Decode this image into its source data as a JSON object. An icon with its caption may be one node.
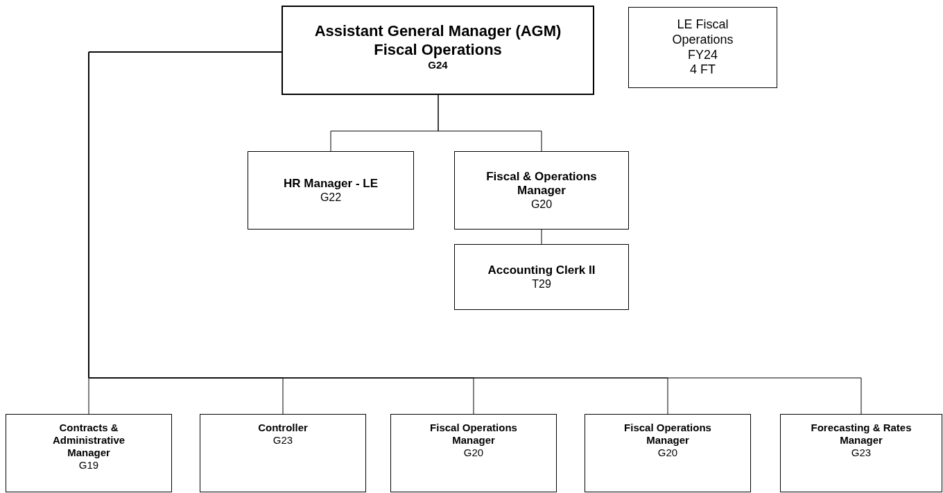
{
  "diagram": {
    "nodes": [
      {
        "text": [
          "Assistant General Manager (AGM) Fiscal Operations",
          "G24"
        ]
      },
      {
        "text": [
          "LE Fiscal Operations",
          "FY24",
          "4 FT"
        ]
      },
      {
        "text": [
          "HR Manager - LE",
          "G22"
        ]
      },
      {
        "text": [
          "Fiscal & Operations Manager",
          "G20"
        ]
      },
      {
        "text": [
          "Accounting Clerk II",
          "T29"
        ]
      },
      {
        "text": [
          "Contracts & Administrative Manager",
          "G19"
        ]
      },
      {
        "text": [
          "Controller",
          "G23"
        ]
      },
      {
        "text": [
          "Fiscal Operations Manager",
          "G20"
        ]
      },
      {
        "text": [
          "Fiscal Operations Manager",
          "G20"
        ]
      },
      {
        "text": [
          "Forecasting & Rates Manager",
          "G23"
        ]
      }
    ],
    "edges": [
      {
        "from": 0,
        "to": 2,
        "arrow": "none"
      },
      {
        "from": 0,
        "to": 3,
        "arrow": "none"
      },
      {
        "from": 3,
        "to": 4,
        "arrow": "none"
      },
      {
        "from": 0,
        "to": 5,
        "arrow": "none"
      },
      {
        "from": 0,
        "to": 6,
        "arrow": "none"
      },
      {
        "from": 0,
        "to": 7,
        "arrow": "none"
      },
      {
        "from": 0,
        "to": 8,
        "arrow": "none"
      },
      {
        "from": 0,
        "to": 9,
        "arrow": "none"
      }
    ]
  }
}
